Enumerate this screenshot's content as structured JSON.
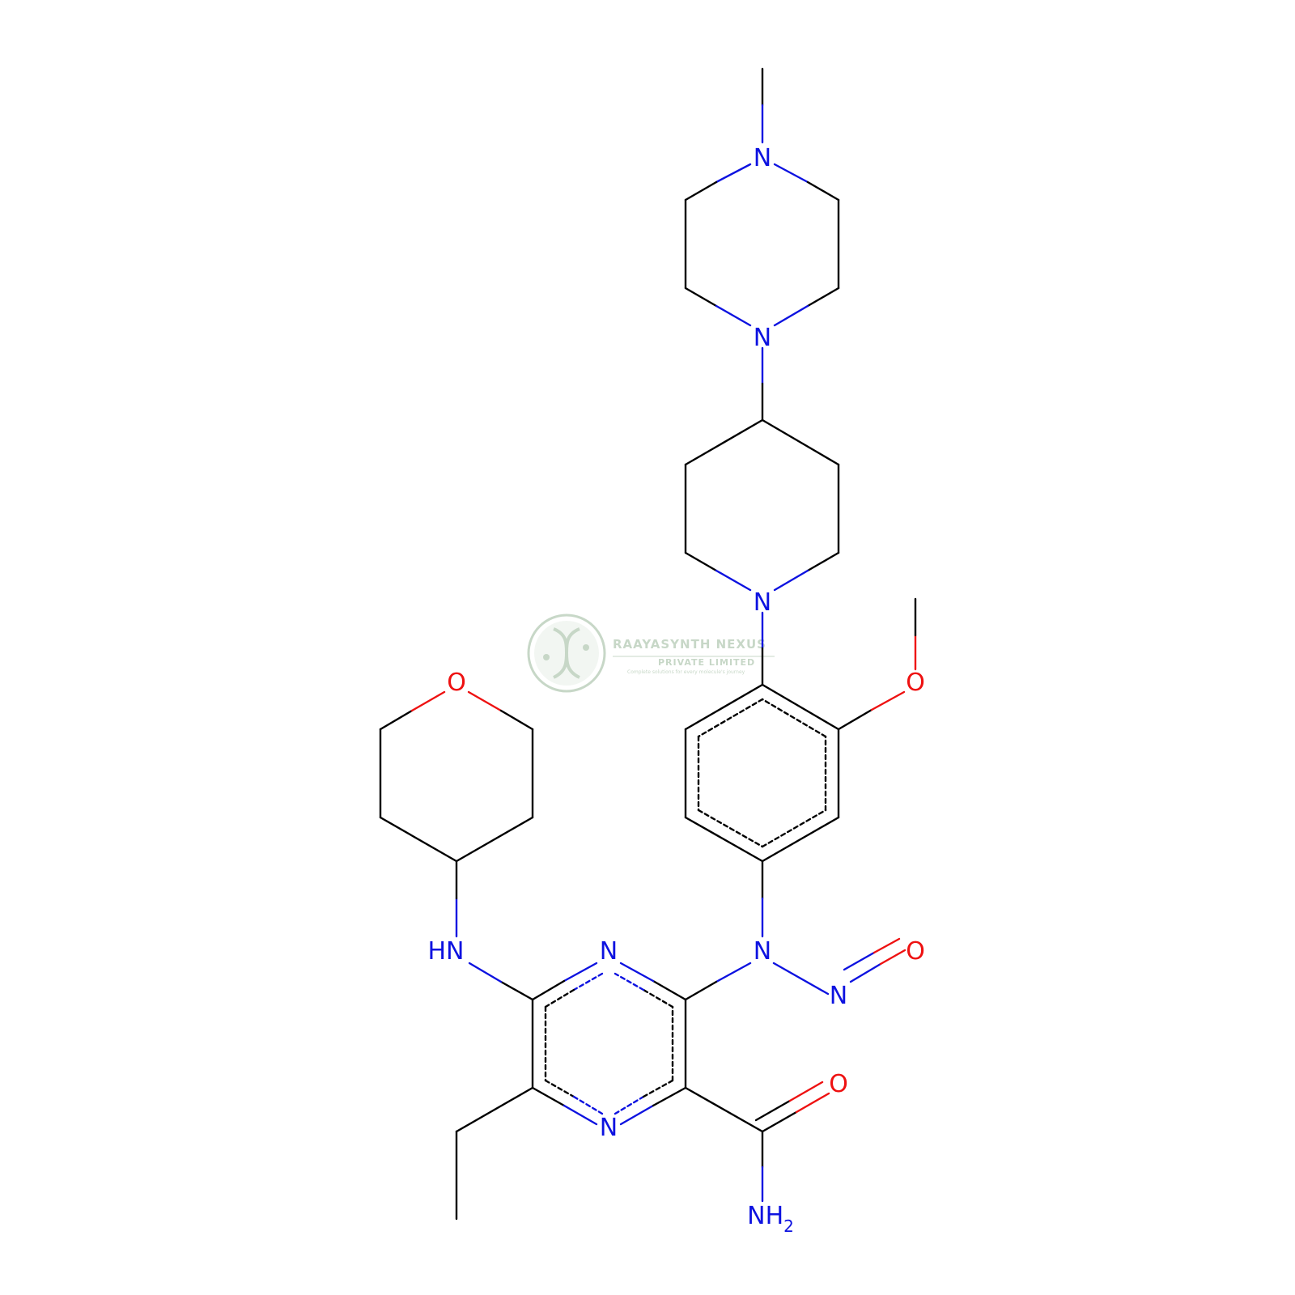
{
  "colors": {
    "carbon_bond": "#000000",
    "nitrogen": "#0d12e0",
    "oxygen": "#ee1111",
    "watermark": "#9ab89a"
  },
  "atoms": {
    "n_methylpiperazine": "N",
    "n_piperazine_lower": "N",
    "n_piperidine": "N",
    "o_methoxy": "O",
    "o_oxane": "O",
    "hn_amine": "HN",
    "n_pyrazine_top": "N",
    "n_pyrazine_bottom": "N",
    "n_nitrosamine": "N",
    "n_nitroso": "N",
    "o_nitroso": "O",
    "o_carbonyl": "O",
    "nh2_main": "NH",
    "nh2_sub": "2"
  },
  "watermark": {
    "title": "RAAYASYNTH NEXUS",
    "subtitle": "PRIVATE LIMITED",
    "tagline": "Complete solutions for every molecule's journey"
  }
}
